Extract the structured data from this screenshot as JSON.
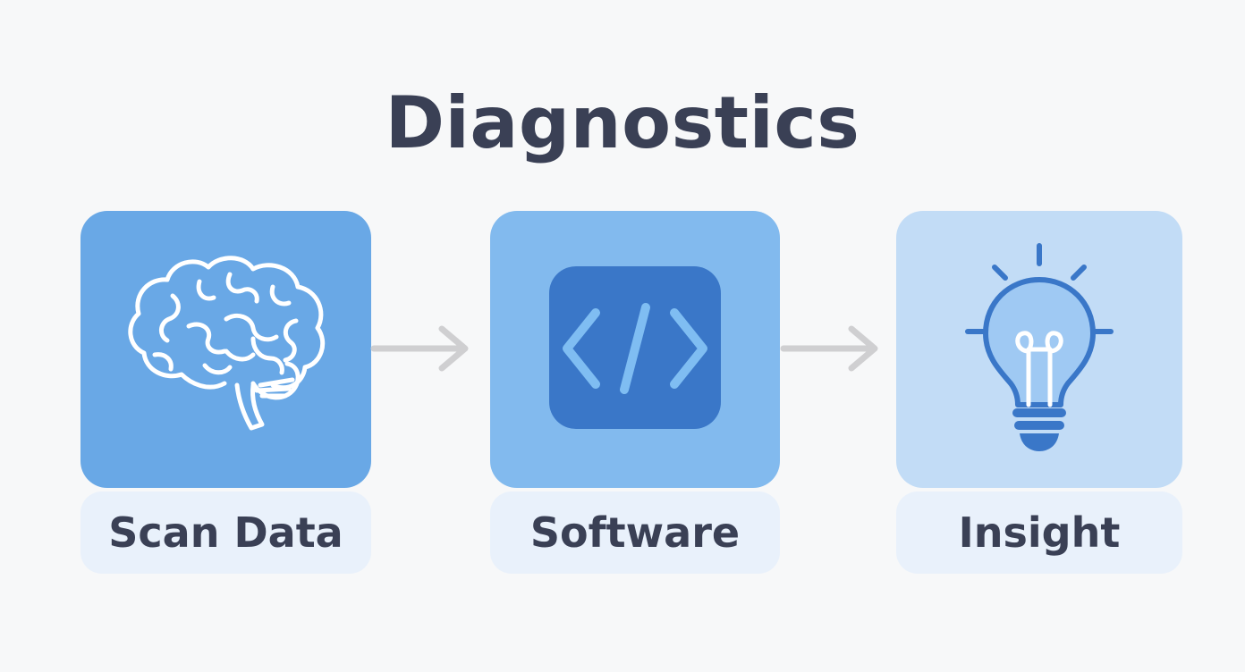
{
  "title": "Diagnostics",
  "steps": [
    {
      "label": "Scan Data",
      "icon": "brain-icon",
      "color": "#69a8e6"
    },
    {
      "label": "Software",
      "icon": "code-icon",
      "color": "#82baee"
    },
    {
      "label": "Insight",
      "icon": "lightbulb-icon",
      "color": "#c2dcf6"
    }
  ],
  "connector": {
    "icon": "arrow-right-icon",
    "color": "#cfcfd1"
  },
  "colors": {
    "background": "#f7f8f9",
    "text": "#3a4055",
    "label_background": "#e9f1fb",
    "code_tile": "#3a77c8"
  }
}
